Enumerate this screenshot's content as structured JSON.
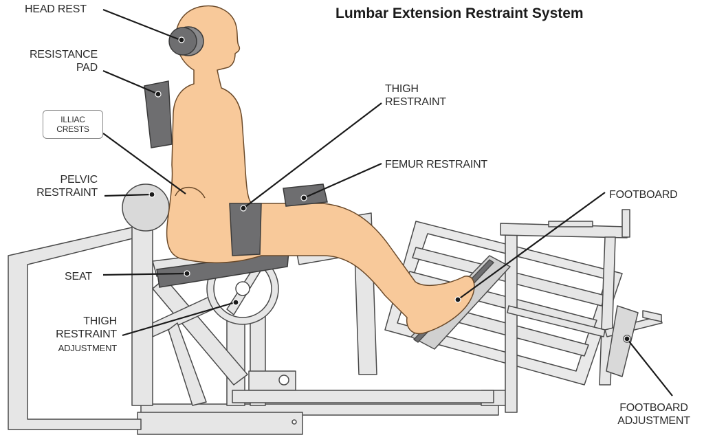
{
  "title": "Lumbar Extension Restraint System",
  "labels": {
    "head_rest": "HEAD REST",
    "resistance_pad": "RESISTANCE\nPAD",
    "illiac_crests": "ILLIAC\nCRESTS",
    "pelvic_restraint": "PELVIC\nRESTRAINT",
    "seat": "SEAT",
    "thigh_restraint_adj_main": "THIGH\nRESTRAINT",
    "thigh_restraint_adj_sub": "ADJUSTMENT",
    "thigh_restraint": "THIGH\nRESTRAINT",
    "femur_restraint": "FEMUR RESTRAINT",
    "footboard": "FOOTBOARD",
    "footboard_adjustment": "FOOTBOARD\nADJUSTMENT"
  },
  "colors": {
    "skin": "#f8c99a",
    "skin_outline": "#6b4a2a",
    "frame": "#e6e6e6",
    "frame_outline": "#4a4a4a",
    "pad": "#6e6e70",
    "leader": "#1a1a1a"
  }
}
